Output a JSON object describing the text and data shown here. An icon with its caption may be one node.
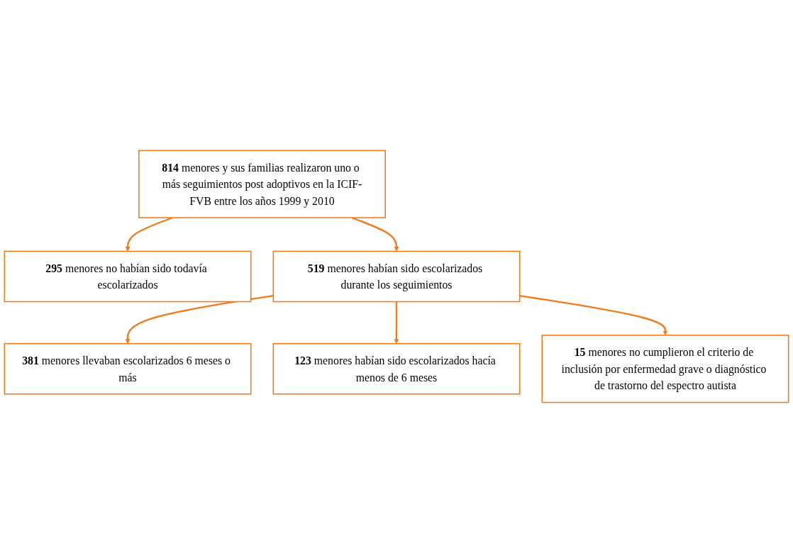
{
  "diagram": {
    "nodes": [
      {
        "text": [
          "**814** menores y sus familias realizaron uno o más seguimientos post adoptivos en la ICIF-FVB entre los años 1999 y 2010"
        ]
      },
      {
        "text": [
          "**295** menores no habían sido todavía escolarizados"
        ]
      },
      {
        "text": [
          "**519** menores habían sido escolarizados durante los seguimientos"
        ]
      },
      {
        "text": [
          "**123** menores habían sido escolarizados hacía menos de 6 meses"
        ]
      },
      {
        "text": [
          "**15** menores no cumplieron el criterio de inclusión por enfermedad grave o diagnóstico de trastorno del espectro autista"
        ]
      },
      {
        "text": [
          "**381** menores llevaban escolarizados 6 meses o más"
        ]
      }
    ],
    "edges": [
      {
        "from": 0,
        "to": 2,
        "arrow": "to"
      },
      {
        "from": 0,
        "to": 1,
        "arrow": "to"
      },
      {
        "from": 2,
        "to": 5,
        "arrow": "to"
      },
      {
        "from": 2,
        "to": 3,
        "arrow": "to"
      },
      {
        "from": 2,
        "to": 4,
        "arrow": "to"
      }
    ]
  }
}
